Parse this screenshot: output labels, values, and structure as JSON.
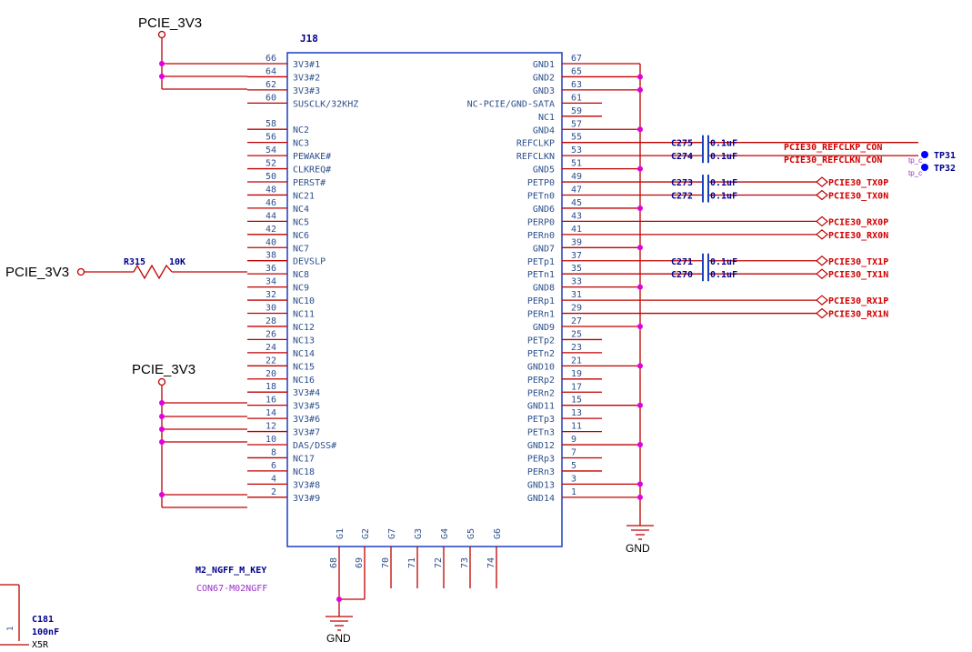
{
  "component": {
    "ref": "J18",
    "name": "M2_NGFF_M_KEY",
    "part": "CON67-M02NGFF"
  },
  "left_pins": [
    {
      "num": "66",
      "label": "3V3#1"
    },
    {
      "num": "64",
      "label": "3V3#2"
    },
    {
      "num": "62",
      "label": "3V3#3"
    },
    {
      "num": "60",
      "label": "SUSCLK/32KHZ"
    },
    {
      "num": "58",
      "label": "NC2"
    },
    {
      "num": "56",
      "label": "NC3"
    },
    {
      "num": "54",
      "label": "PEWAKE#"
    },
    {
      "num": "52",
      "label": "CLKREQ#"
    },
    {
      "num": "50",
      "label": "PERST#"
    },
    {
      "num": "48",
      "label": "NC21"
    },
    {
      "num": "46",
      "label": "NC4"
    },
    {
      "num": "44",
      "label": "NC5"
    },
    {
      "num": "42",
      "label": "NC6"
    },
    {
      "num": "40",
      "label": "NC7"
    },
    {
      "num": "38",
      "label": "DEVSLP"
    },
    {
      "num": "36",
      "label": "NC8"
    },
    {
      "num": "34",
      "label": "NC9"
    },
    {
      "num": "32",
      "label": "NC10"
    },
    {
      "num": "30",
      "label": "NC11"
    },
    {
      "num": "28",
      "label": "NC12"
    },
    {
      "num": "26",
      "label": "NC13"
    },
    {
      "num": "24",
      "label": "NC14"
    },
    {
      "num": "22",
      "label": "NC15"
    },
    {
      "num": "20",
      "label": "NC16"
    },
    {
      "num": "18",
      "label": "3V3#4"
    },
    {
      "num": "16",
      "label": "3V3#5"
    },
    {
      "num": "14",
      "label": "3V3#6"
    },
    {
      "num": "12",
      "label": "3V3#7"
    },
    {
      "num": "10",
      "label": "DAS/DSS#"
    },
    {
      "num": "8",
      "label": "NC17"
    },
    {
      "num": "6",
      "label": "NC18"
    },
    {
      "num": "4",
      "label": "3V3#8"
    },
    {
      "num": "2",
      "label": "3V3#9"
    }
  ],
  "right_pins": [
    {
      "num": "67",
      "label": "GND1"
    },
    {
      "num": "65",
      "label": "GND2"
    },
    {
      "num": "63",
      "label": "GND3"
    },
    {
      "num": "61",
      "label": "NC-PCIE/GND-SATA"
    },
    {
      "num": "59",
      "label": "NC1"
    },
    {
      "num": "57",
      "label": "GND4"
    },
    {
      "num": "55",
      "label": "REFCLKP"
    },
    {
      "num": "53",
      "label": "REFCLKN"
    },
    {
      "num": "51",
      "label": "GND5"
    },
    {
      "num": "49",
      "label": "PETP0"
    },
    {
      "num": "47",
      "label": "PETn0"
    },
    {
      "num": "45",
      "label": "GND6"
    },
    {
      "num": "43",
      "label": "PERP0"
    },
    {
      "num": "41",
      "label": "PERn0"
    },
    {
      "num": "39",
      "label": "GND7"
    },
    {
      "num": "37",
      "label": "PETp1"
    },
    {
      "num": "35",
      "label": "PETn1"
    },
    {
      "num": "33",
      "label": "GND8"
    },
    {
      "num": "31",
      "label": "PERp1"
    },
    {
      "num": "29",
      "label": "PERn1"
    },
    {
      "num": "27",
      "label": "GND9"
    },
    {
      "num": "25",
      "label": "PETp2"
    },
    {
      "num": "23",
      "label": "PETn2"
    },
    {
      "num": "21",
      "label": "GND10"
    },
    {
      "num": "19",
      "label": "PERp2"
    },
    {
      "num": "17",
      "label": "PERn2"
    },
    {
      "num": "15",
      "label": "GND11"
    },
    {
      "num": "13",
      "label": "PETp3"
    },
    {
      "num": "11",
      "label": "PETn3"
    },
    {
      "num": "9",
      "label": "GND12"
    },
    {
      "num": "7",
      "label": "PERp3"
    },
    {
      "num": "5",
      "label": "PERn3"
    },
    {
      "num": "3",
      "label": "GND13"
    },
    {
      "num": "1",
      "label": "GND14"
    }
  ],
  "bottom_pins": [
    {
      "num": "68",
      "label": "G1"
    },
    {
      "num": "69",
      "label": "G2"
    },
    {
      "num": "70",
      "label": "G7"
    },
    {
      "num": "71",
      "label": "G3"
    },
    {
      "num": "72",
      "label": "G4"
    },
    {
      "num": "73",
      "label": "G5"
    },
    {
      "num": "74",
      "label": "G6"
    }
  ],
  "power": {
    "top": "PCIE_3V3",
    "mid": "PCIE_3V3",
    "left_port": "PCIE_3V3",
    "gnd_right": "GND",
    "gnd_bottom": "GND"
  },
  "resistor": {
    "ref": "R315",
    "value": "10K"
  },
  "capacitors": [
    {
      "ref": "C275",
      "value": "0.1uF"
    },
    {
      "ref": "C274",
      "value": "0.1uF"
    },
    {
      "ref": "C273",
      "value": "0.1uF"
    },
    {
      "ref": "C272",
      "value": "0.1uF"
    },
    {
      "ref": "C271",
      "value": "0.1uF"
    },
    {
      "ref": "C270",
      "value": "0.1uF"
    }
  ],
  "nets": {
    "refclkp": "PCIE30_REFCLKP_CON",
    "refclkn": "PCIE30_REFCLKN_CON",
    "tx0p": "PCIE30_TX0P",
    "tx0n": "PCIE30_TX0N",
    "rx0p": "PCIE30_RX0P",
    "rx0n": "PCIE30_RX0N",
    "tx1p": "PCIE30_TX1P",
    "tx1n": "PCIE30_TX1N",
    "rx1p": "PCIE30_RX1P",
    "rx1n": "PCIE30_RX1N"
  },
  "testpoints": [
    {
      "ref": "TP31",
      "tag": "tp_c"
    },
    {
      "ref": "TP32",
      "tag": "tp_c"
    }
  ],
  "c181": {
    "ref": "C181",
    "value": "100nF",
    "dielectric": "X5R",
    "pin": "1"
  },
  "colors": {
    "wire": "#c00000",
    "pin_text": "#2c4f8c",
    "ref_text": "#00008b",
    "net_label": "#d00000",
    "junction": "#e000e0",
    "body": "#1a3fbf",
    "part_text": "#9b30c9",
    "black": "#000000",
    "tp": "#0000ff"
  }
}
